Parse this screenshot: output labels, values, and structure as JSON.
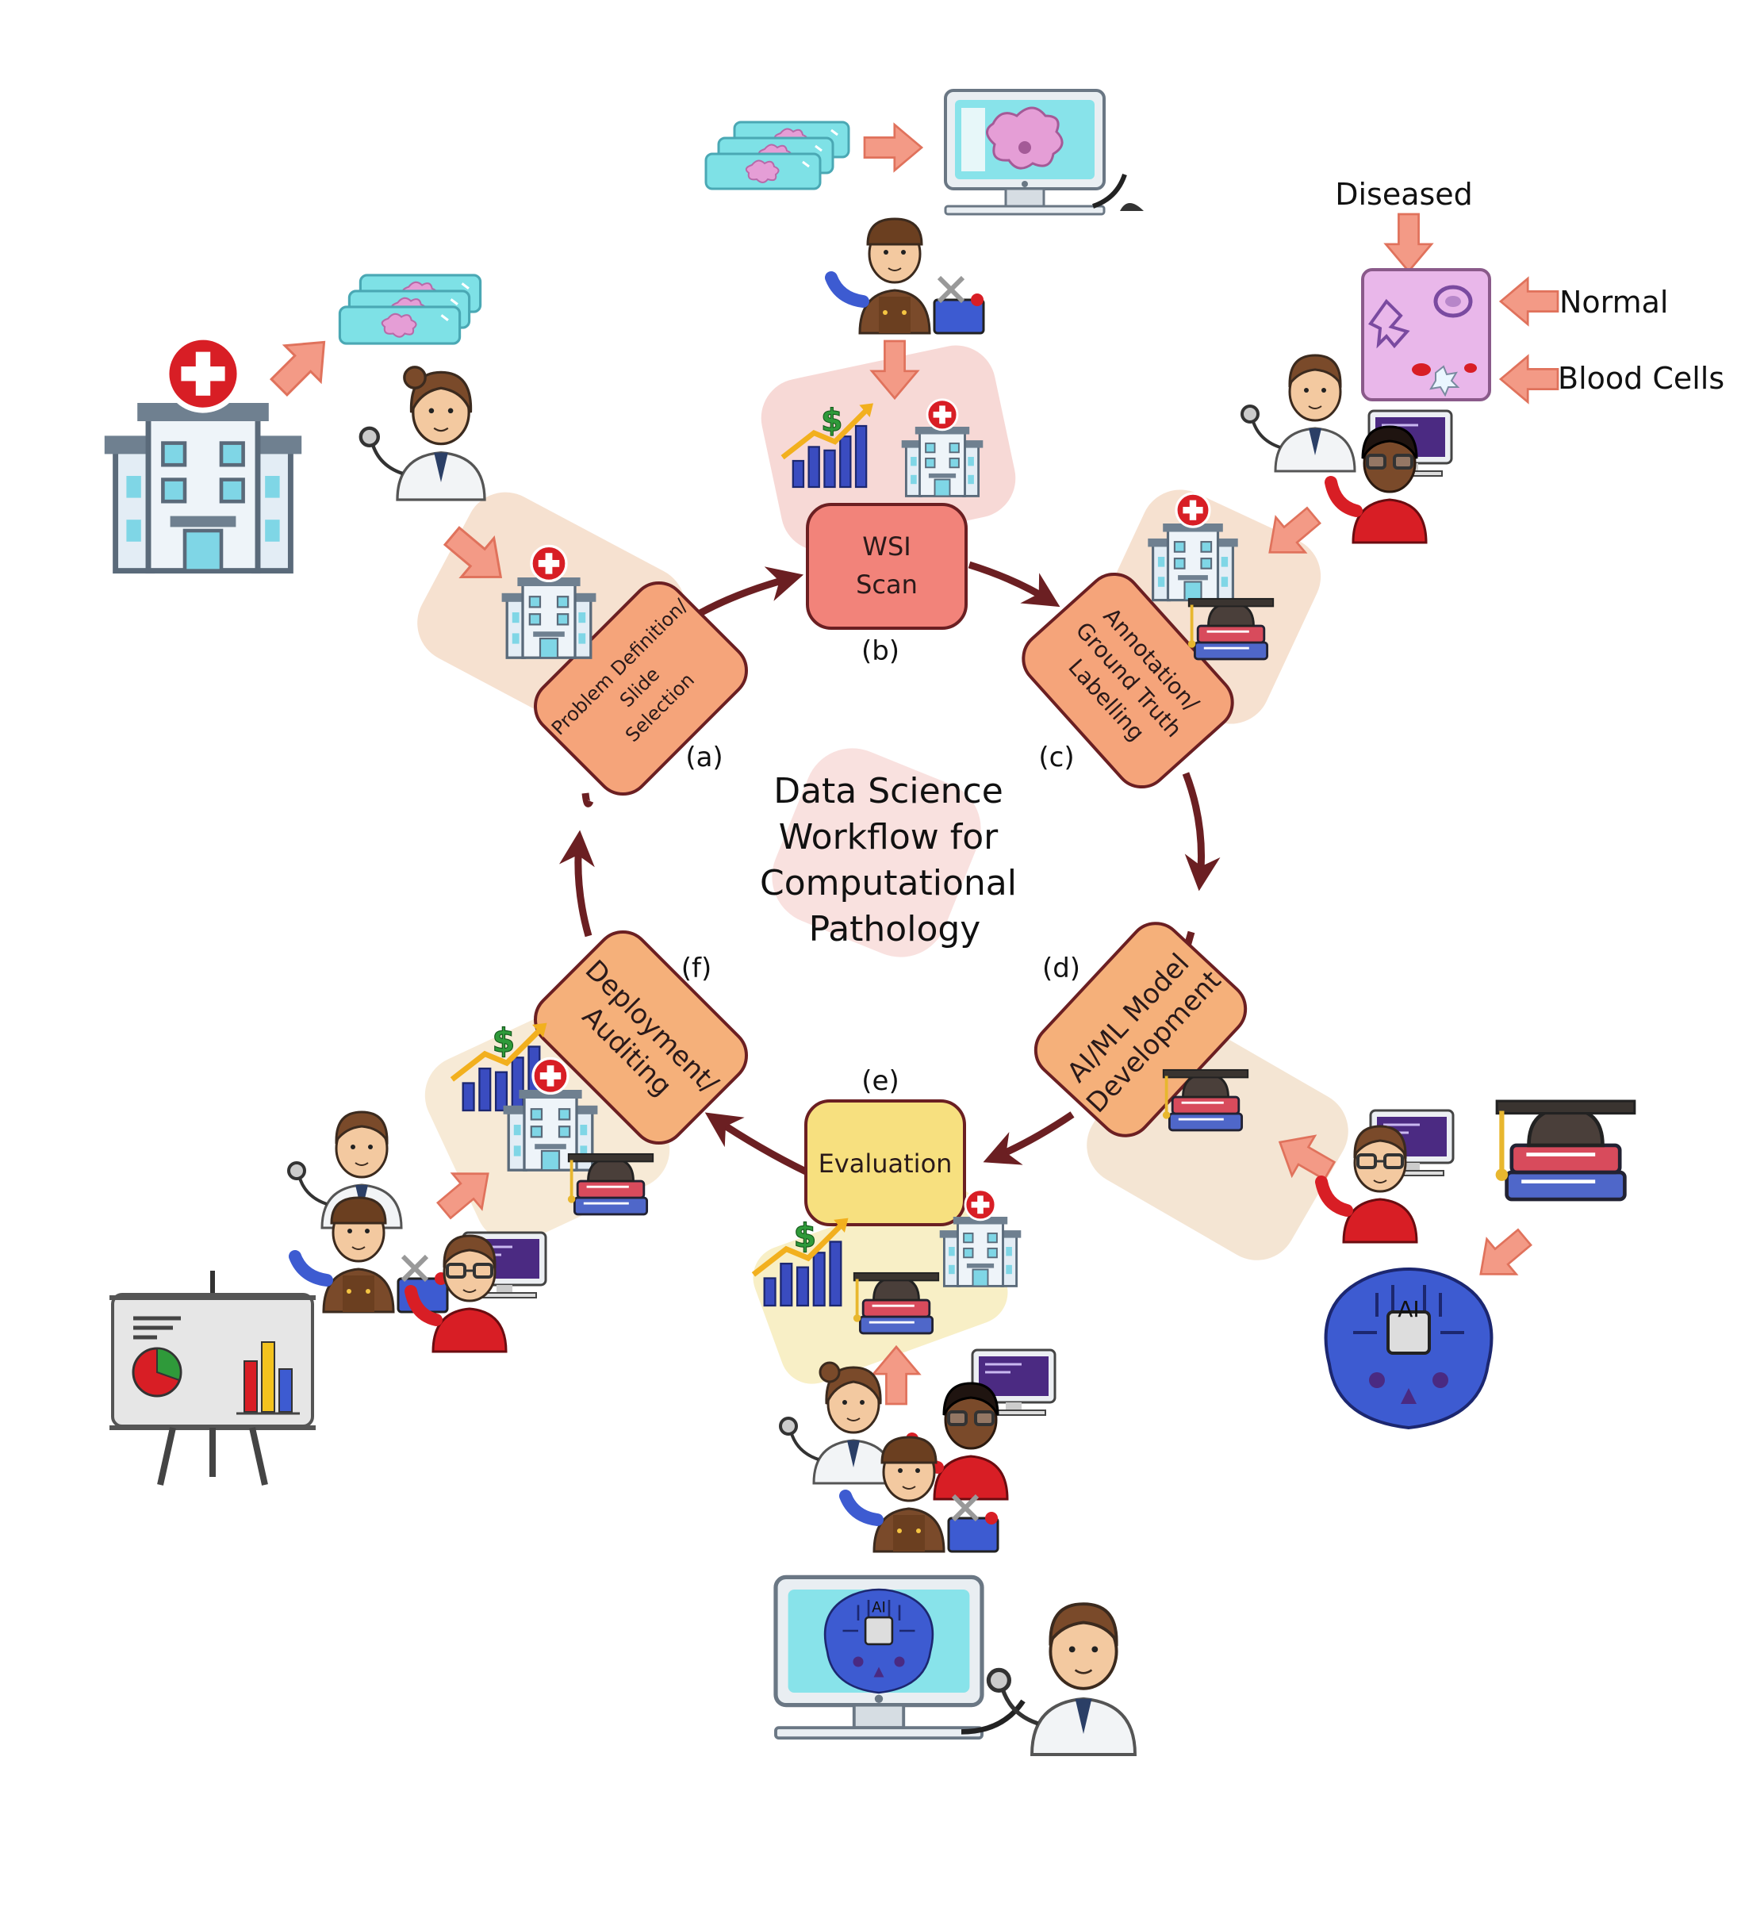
{
  "center_title": [
    "Data Science",
    "Workflow for",
    "Computational",
    "Pathology"
  ],
  "stages": {
    "a": {
      "letter": "(a)",
      "lines": [
        "Problem Definition/",
        "Slide",
        "Selection"
      ]
    },
    "b": {
      "letter": "(b)",
      "lines": [
        "WSI",
        "Scan"
      ]
    },
    "c": {
      "letter": "(c)",
      "lines": [
        "Annotation/",
        "Ground Truth",
        "Labelling"
      ]
    },
    "d": {
      "letter": "(d)",
      "lines": [
        "AI/ML Model",
        "Development"
      ]
    },
    "e": {
      "letter": "(e)",
      "lines": [
        "Evaluation"
      ]
    },
    "f": {
      "letter": "(f)",
      "lines": [
        "Deployment/",
        "Auditing"
      ]
    }
  },
  "annotation_labels": {
    "diseased": "Diseased",
    "normal": "Normal",
    "blood_cells": "Blood Cells"
  },
  "ai_chip_label": "AI",
  "colors": {
    "cycle_arrow": "#6b1f22",
    "stage_a": "#f5a47a",
    "stage_b": "#f2837a",
    "stage_c": "#f5a47a",
    "stage_d": "#f5b07a",
    "stage_e": "#f7e07f",
    "stage_f": "#f5b07a",
    "highlight_pink": "#f4c9c4",
    "highlight_peach": "#f6e1d0",
    "highlight_yellow": "#f8efc6",
    "flow_arrow": "#f39a86",
    "slide_cyan": "#7ee1e6",
    "cell_pink": "#e9b7ea"
  },
  "icons": [
    "hospital-icon",
    "slides-icon",
    "monitor-icon",
    "technician-icon",
    "doctor-icon",
    "data-scientist-icon",
    "books-graduation-icon",
    "growth-chart-icon",
    "ai-brain-icon",
    "presentation-board-icon",
    "tissue-sample-icon"
  ]
}
